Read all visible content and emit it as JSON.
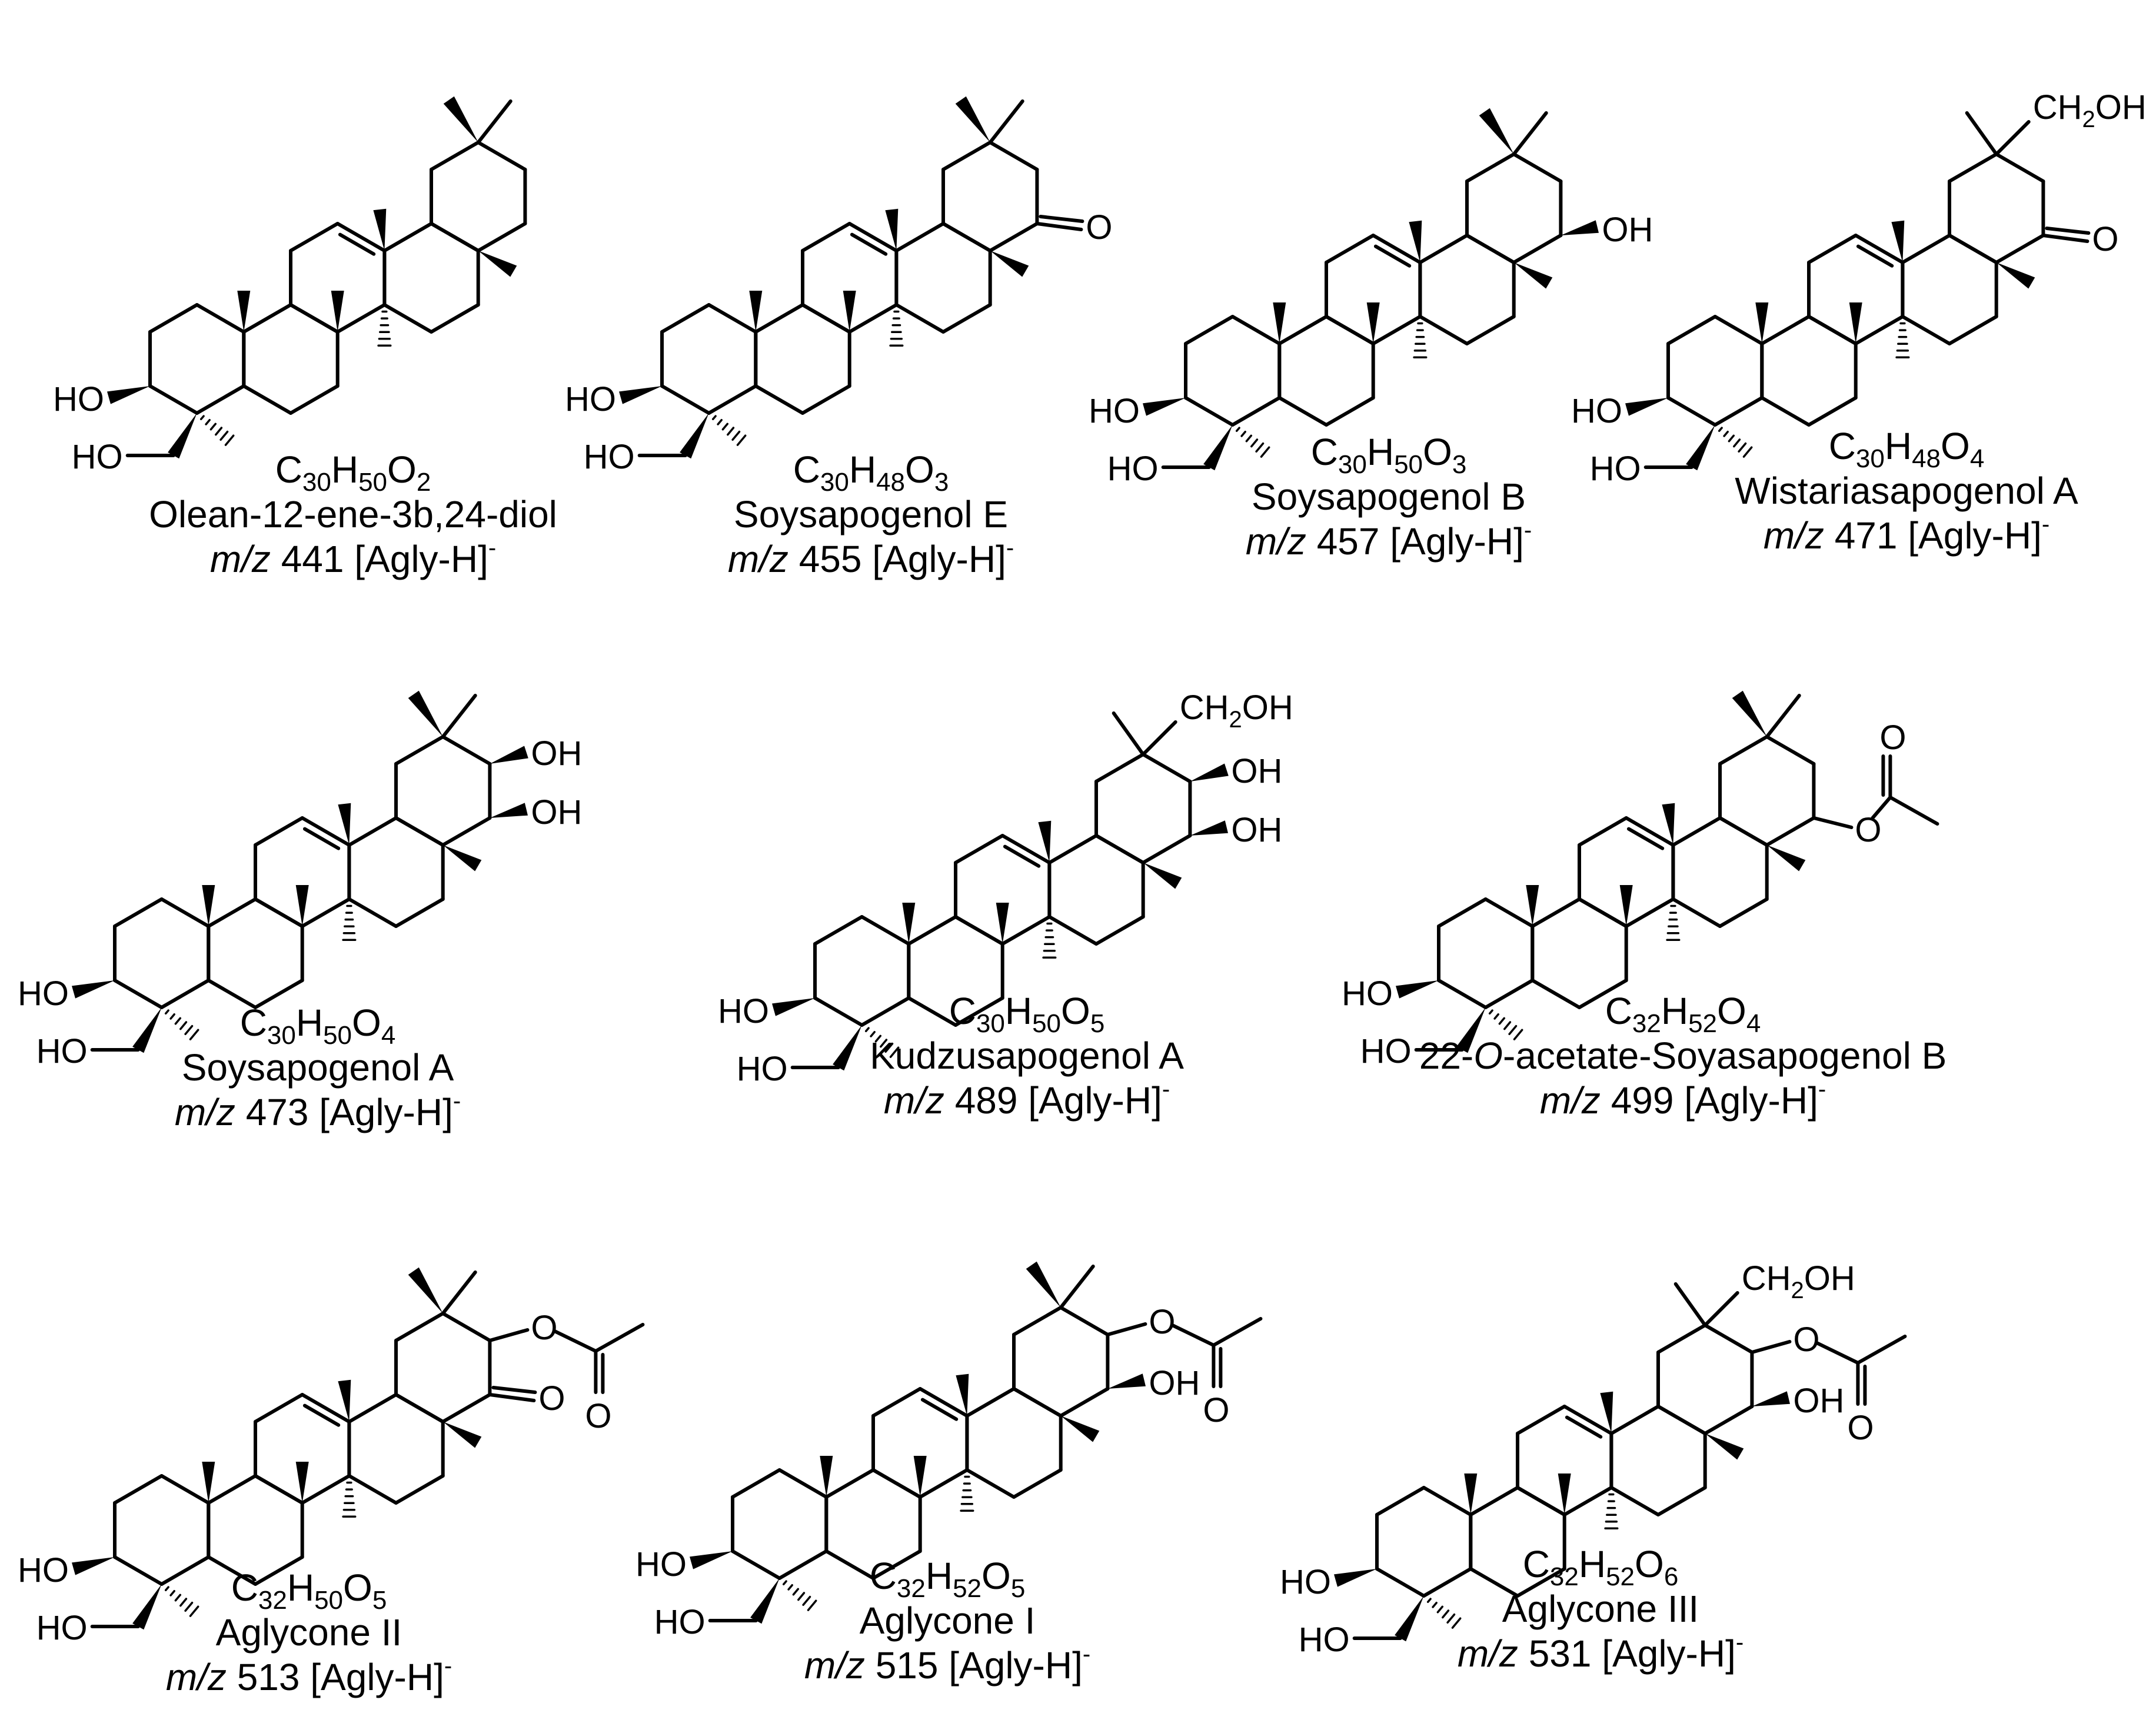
{
  "colors": {
    "line": "#000000",
    "background": "#ffffff"
  },
  "atom_labels": {
    "hydroxyl": "HO",
    "hydroxyl_right": "OH",
    "oxygen": "O",
    "hydroxymethyl_prefix": "CH",
    "hydroxymethyl_sub": "2",
    "hydroxymethyl_suffix": "OH"
  },
  "compounds": [
    {
      "formula": [
        {
          "t": "C"
        },
        {
          "s": "30"
        },
        {
          "t": "H"
        },
        {
          "s": "50"
        },
        {
          "t": "O"
        },
        {
          "s": "2"
        }
      ],
      "name": "Olean-12-ene-3b,24-diol",
      "mz_label": "m/z",
      "mz_value": "441 [Agly-H]",
      "charge": "-",
      "substituents": []
    },
    {
      "formula": [
        {
          "t": "C"
        },
        {
          "s": "30"
        },
        {
          "t": "H"
        },
        {
          "s": "48"
        },
        {
          "t": "O"
        },
        {
          "s": "3"
        }
      ],
      "name": "Soysapogenol E",
      "mz_label": "m/z",
      "mz_value": "455 [Agly-H]",
      "charge": "-",
      "substituents": [
        "keto22"
      ]
    },
    {
      "formula": [
        {
          "t": "C"
        },
        {
          "s": "30"
        },
        {
          "t": "H"
        },
        {
          "s": "50"
        },
        {
          "t": "O"
        },
        {
          "s": "3"
        }
      ],
      "name": "Soysapogenol B",
      "mz_label": "m/z",
      "mz_value": "457 [Agly-H]",
      "charge": "-",
      "substituents": [
        "oh22"
      ]
    },
    {
      "formula": [
        {
          "t": "C"
        },
        {
          "s": "30"
        },
        {
          "t": "H"
        },
        {
          "s": "48"
        },
        {
          "t": "O"
        },
        {
          "s": "4"
        }
      ],
      "name": "Wistariasapogenol A",
      "mz_label": "m/z",
      "mz_value": "471 [Agly-H]",
      "charge": "-",
      "substituents": [
        "keto22",
        "ch2oh29"
      ]
    },
    {
      "formula": [
        {
          "t": "C"
        },
        {
          "s": "30"
        },
        {
          "t": "H"
        },
        {
          "s": "50"
        },
        {
          "t": "O"
        },
        {
          "s": "4"
        }
      ],
      "name": "Soysapogenol A",
      "mz_label": "m/z",
      "mz_value": "473 [Agly-H]",
      "charge": "-",
      "substituents": [
        "oh21",
        "oh22"
      ]
    },
    {
      "formula": [
        {
          "t": "C"
        },
        {
          "s": "30"
        },
        {
          "t": "H"
        },
        {
          "s": "50"
        },
        {
          "t": "O"
        },
        {
          "s": "5"
        }
      ],
      "name": "Kudzusapogenol A",
      "mz_label": "m/z",
      "mz_value": "489 [Agly-H]",
      "charge": "-",
      "substituents": [
        "oh21",
        "oh22",
        "ch2oh29"
      ]
    },
    {
      "formula": [
        {
          "t": "C"
        },
        {
          "s": "32"
        },
        {
          "t": "H"
        },
        {
          "s": "52"
        },
        {
          "t": "O"
        },
        {
          "s": "4"
        }
      ],
      "name": "22-",
      "name_italic": "O",
      "name_rest": "-acetate-Soyasapogenol B",
      "mz_label": "m/z",
      "mz_value": "499 [Agly-H]",
      "charge": "-",
      "substituents": [
        "oac22"
      ]
    },
    {
      "formula": [
        {
          "t": "C"
        },
        {
          "s": "32"
        },
        {
          "t": "H"
        },
        {
          "s": "50"
        },
        {
          "t": "O"
        },
        {
          "s": "5"
        }
      ],
      "name": "Aglycone II",
      "mz_label": "m/z",
      "mz_value": "513 [Agly-H]",
      "charge": "-",
      "substituents": [
        "oac21",
        "keto22"
      ]
    },
    {
      "formula": [
        {
          "t": "C"
        },
        {
          "s": "32"
        },
        {
          "t": "H"
        },
        {
          "s": "52"
        },
        {
          "t": "O"
        },
        {
          "s": "5"
        }
      ],
      "name": "Aglycone I",
      "mz_label": "m/z",
      "mz_value": "515 [Agly-H]",
      "charge": "-",
      "substituents": [
        "oac21",
        "oh22"
      ]
    },
    {
      "formula": [
        {
          "t": "C"
        },
        {
          "s": "32"
        },
        {
          "t": "H"
        },
        {
          "s": "52"
        },
        {
          "t": "O"
        },
        {
          "s": "6"
        }
      ],
      "name": "Aglycone III",
      "mz_label": "m/z",
      "mz_value": "531 [Agly-H]",
      "charge": "-",
      "substituents": [
        "oac21",
        "oh22",
        "ch2oh29"
      ]
    }
  ]
}
